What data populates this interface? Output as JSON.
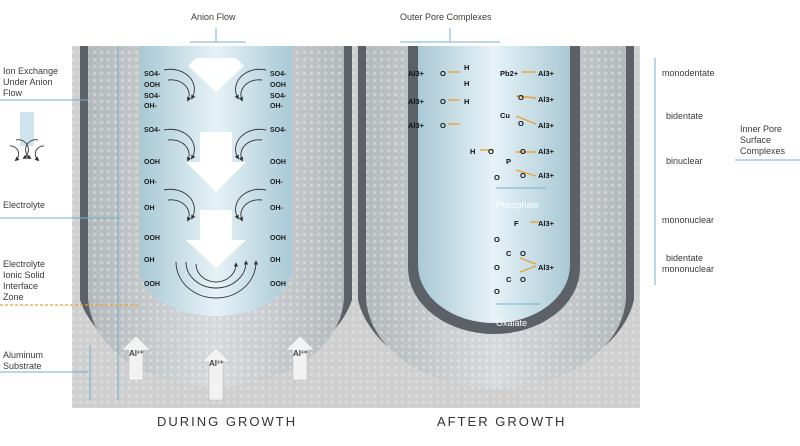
{
  "labels": {
    "anion_flow": "Anion Flow",
    "outer_pore": "Outer Pore Complexes",
    "ion_exchange": [
      "Ion Exchange",
      "Under Anion",
      "Flow"
    ],
    "electrolyte": "Electrolyte",
    "interface": [
      "Electrolyte",
      "Ionic Solid",
      "Interface",
      "Zone"
    ],
    "substrate": [
      "Aluminum",
      "Substrate"
    ],
    "during": "DURING GROWTH",
    "after": "AFTER GROWTH",
    "phosphate": "Phosphate",
    "oxalate": "Oxalate"
  },
  "right_labels": {
    "monodentate": "monodentate",
    "bidentate": "bidentate",
    "binuclear": "binuclear",
    "mononuclear": "mononuclear",
    "bidentate_mononuclear": [
      "bidentate",
      "mononuclear"
    ],
    "inner_pore": [
      "Inner Pore",
      "Surface",
      "Complexes"
    ]
  },
  "during_left_species": [
    "SO4-",
    "OOH",
    "SO4-",
    "OH-",
    "SO4-",
    "OOH",
    "OH-",
    "OH",
    "OOH",
    "OH",
    "OOH"
  ],
  "during_right_species": [
    "SO4-",
    "OOH",
    "SO4-",
    "OH-",
    "SO4-",
    "OOH",
    "OH-",
    "OH-",
    "OOH",
    "OH",
    "OOH"
  ],
  "after_species": {
    "al": "Al3+",
    "o": "O",
    "h": "H",
    "pb": "Pb2+",
    "cu": "Cu",
    "p": "P",
    "f": "F",
    "c": "C"
  },
  "colors": {
    "channel": "#cfe4ee",
    "oxide_band": "#4d5257",
    "substrate": "#d9d9d9",
    "orange_bond": "#e8a23a"
  }
}
